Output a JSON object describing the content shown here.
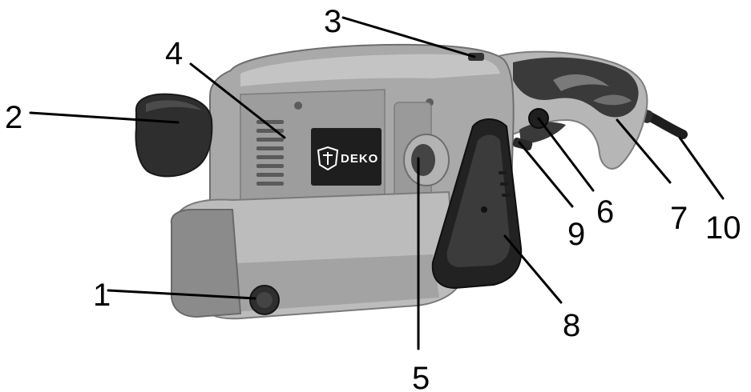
{
  "brand": {
    "logo_text": "DEKO"
  },
  "callouts": [
    {
      "id": "1",
      "label": "1"
    },
    {
      "id": "2",
      "label": "2"
    },
    {
      "id": "3",
      "label": "3"
    },
    {
      "id": "4",
      "label": "4"
    },
    {
      "id": "5",
      "label": "5"
    },
    {
      "id": "6",
      "label": "6"
    },
    {
      "id": "7",
      "label": "7"
    },
    {
      "id": "8",
      "label": "8"
    },
    {
      "id": "9",
      "label": "9"
    },
    {
      "id": "10",
      "label": "10"
    }
  ],
  "colors": {
    "body_grey": "#a9a9a9",
    "body_light": "#c7c7c7",
    "body_dark": "#8a8a8a",
    "rubber_black": "#2b2b2b",
    "background": "#ffffff"
  }
}
